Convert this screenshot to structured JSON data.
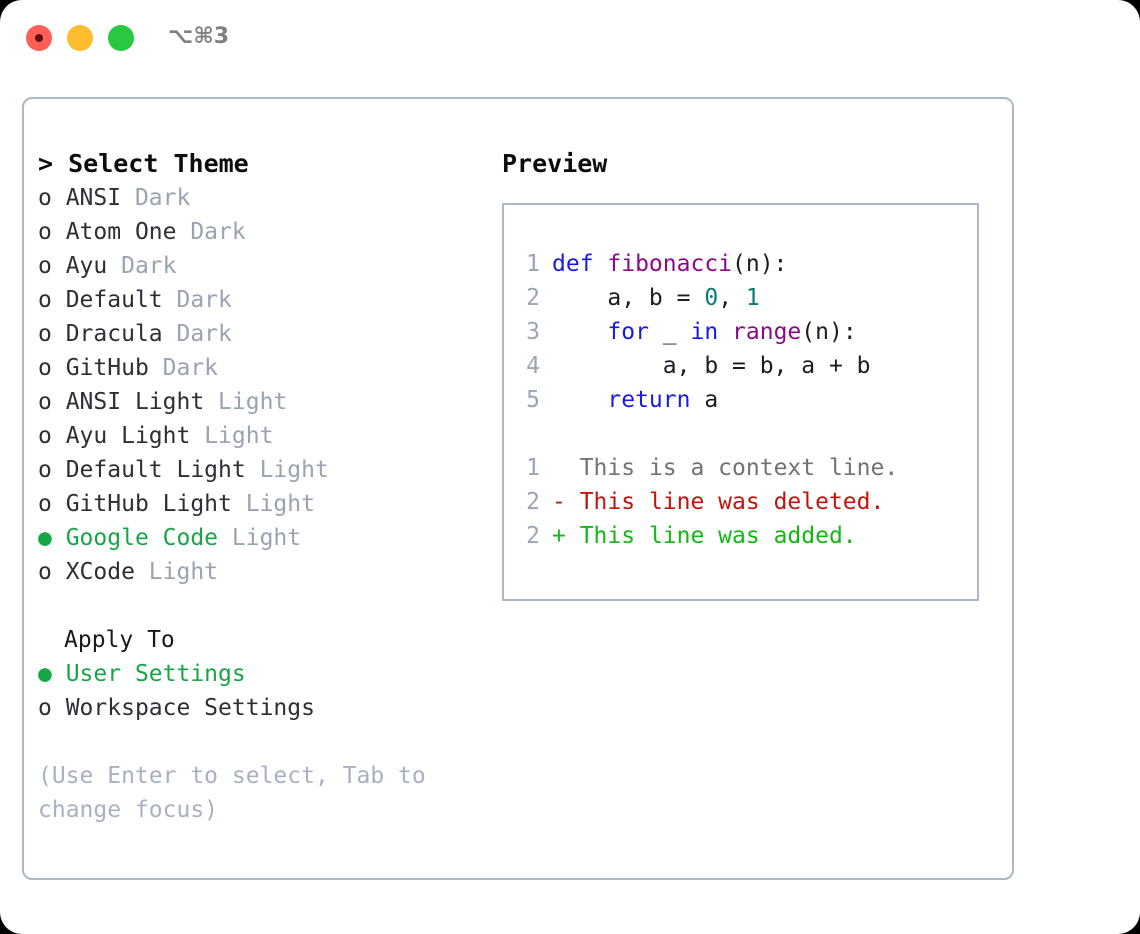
{
  "titlebar": {
    "shortcut": "⌥⌘3",
    "lights": [
      {
        "name": "close",
        "color": "#ff5f57"
      },
      {
        "name": "minimize",
        "color": "#febc2e"
      },
      {
        "name": "maximize",
        "color": "#28c840"
      }
    ]
  },
  "theme_picker": {
    "title": "> Select Theme",
    "selected_theme": "Google Code",
    "accent_color": "#19a648",
    "tag_color": "#9aa3b0",
    "options": [
      {
        "bullet": "o",
        "name": "ANSI",
        "tag": "Dark",
        "selected": false
      },
      {
        "bullet": "o",
        "name": "Atom One",
        "tag": "Dark",
        "selected": false
      },
      {
        "bullet": "o",
        "name": "Ayu",
        "tag": "Dark",
        "selected": false
      },
      {
        "bullet": "o",
        "name": "Default",
        "tag": "Dark",
        "selected": false
      },
      {
        "bullet": "o",
        "name": "Dracula",
        "tag": "Dark",
        "selected": false
      },
      {
        "bullet": "o",
        "name": "GitHub",
        "tag": "Dark",
        "selected": false
      },
      {
        "bullet": "o",
        "name": "ANSI Light",
        "tag": "Light",
        "selected": false
      },
      {
        "bullet": "o",
        "name": "Ayu Light",
        "tag": "Light",
        "selected": false
      },
      {
        "bullet": "o",
        "name": "Default Light",
        "tag": "Light",
        "selected": false
      },
      {
        "bullet": "o",
        "name": "GitHub Light",
        "tag": "Light",
        "selected": false
      },
      {
        "bullet": "●",
        "name": "Google Code",
        "tag": "Light",
        "selected": true
      },
      {
        "bullet": "o",
        "name": "XCode",
        "tag": "Light",
        "selected": false
      }
    ]
  },
  "apply_to": {
    "title": "Apply To",
    "selected": "User Settings",
    "options": [
      {
        "bullet": "●",
        "name": "User Settings",
        "selected": true
      },
      {
        "bullet": "o",
        "name": "Workspace Settings",
        "selected": false
      }
    ]
  },
  "hint": "(Use Enter to select, Tab to change focus)",
  "preview": {
    "title": "Preview",
    "code_lines": [
      {
        "number": "1",
        "tokens": [
          {
            "text": "def ",
            "type": "kw"
          },
          {
            "text": "fibonacci",
            "type": "fn"
          },
          {
            "text": "(n):",
            "type": "pl"
          }
        ]
      },
      {
        "number": "2",
        "tokens": [
          {
            "text": "    a, b = ",
            "type": "pl"
          },
          {
            "text": "0",
            "type": "num"
          },
          {
            "text": ", ",
            "type": "pl"
          },
          {
            "text": "1",
            "type": "num"
          }
        ]
      },
      {
        "number": "3",
        "tokens": [
          {
            "text": "    ",
            "type": "pl"
          },
          {
            "text": "for",
            "type": "kw"
          },
          {
            "text": " _ ",
            "type": "pl"
          },
          {
            "text": "in",
            "type": "kw"
          },
          {
            "text": " ",
            "type": "pl"
          },
          {
            "text": "range",
            "type": "fn"
          },
          {
            "text": "(n):",
            "type": "pl"
          }
        ]
      },
      {
        "number": "4",
        "tokens": [
          {
            "text": "        a, b = b, a + b",
            "type": "pl"
          }
        ]
      },
      {
        "number": "5",
        "tokens": [
          {
            "text": "    ",
            "type": "pl"
          },
          {
            "text": "return",
            "type": "kw"
          },
          {
            "text": " a",
            "type": "pl"
          }
        ]
      }
    ],
    "diff_lines": [
      {
        "number": "1",
        "marker": " ",
        "text": " This is a context line.",
        "type": "context"
      },
      {
        "number": "2",
        "marker": "-",
        "text": " This line was deleted.",
        "type": "deleted"
      },
      {
        "number": "2",
        "marker": "+",
        "text": " This line was added.",
        "type": "added"
      }
    ],
    "colors": {
      "keyword": "#1a1ae0",
      "function": "#8a0a8a",
      "number": "#0b7a78",
      "plain": "#1b1d22",
      "line_number": "#9aa5b4",
      "diff_context": "#6f7378",
      "diff_deleted": "#c0150f",
      "diff_added": "#14b814"
    }
  }
}
